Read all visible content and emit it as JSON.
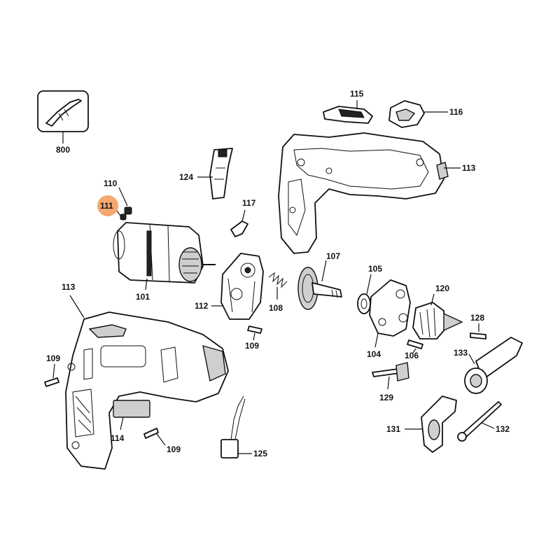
{
  "labels": {
    "p800": "800",
    "p115": "115",
    "p116": "116",
    "p113a": "113",
    "p124": "124",
    "p110": "110",
    "p111": "111",
    "p117": "117",
    "p101": "101",
    "p112": "112",
    "p108": "108",
    "p107": "107",
    "p105": "105",
    "p120": "120",
    "p113b": "113",
    "p109a": "109",
    "p109b": "109",
    "p109c": "109",
    "p128": "128",
    "p104": "104",
    "p106": "106",
    "p133": "133",
    "p129": "129",
    "p114": "114",
    "p125": "125",
    "p131": "131",
    "p132": "132"
  },
  "highlight": {
    "part": "111",
    "color": "#f5a870"
  }
}
